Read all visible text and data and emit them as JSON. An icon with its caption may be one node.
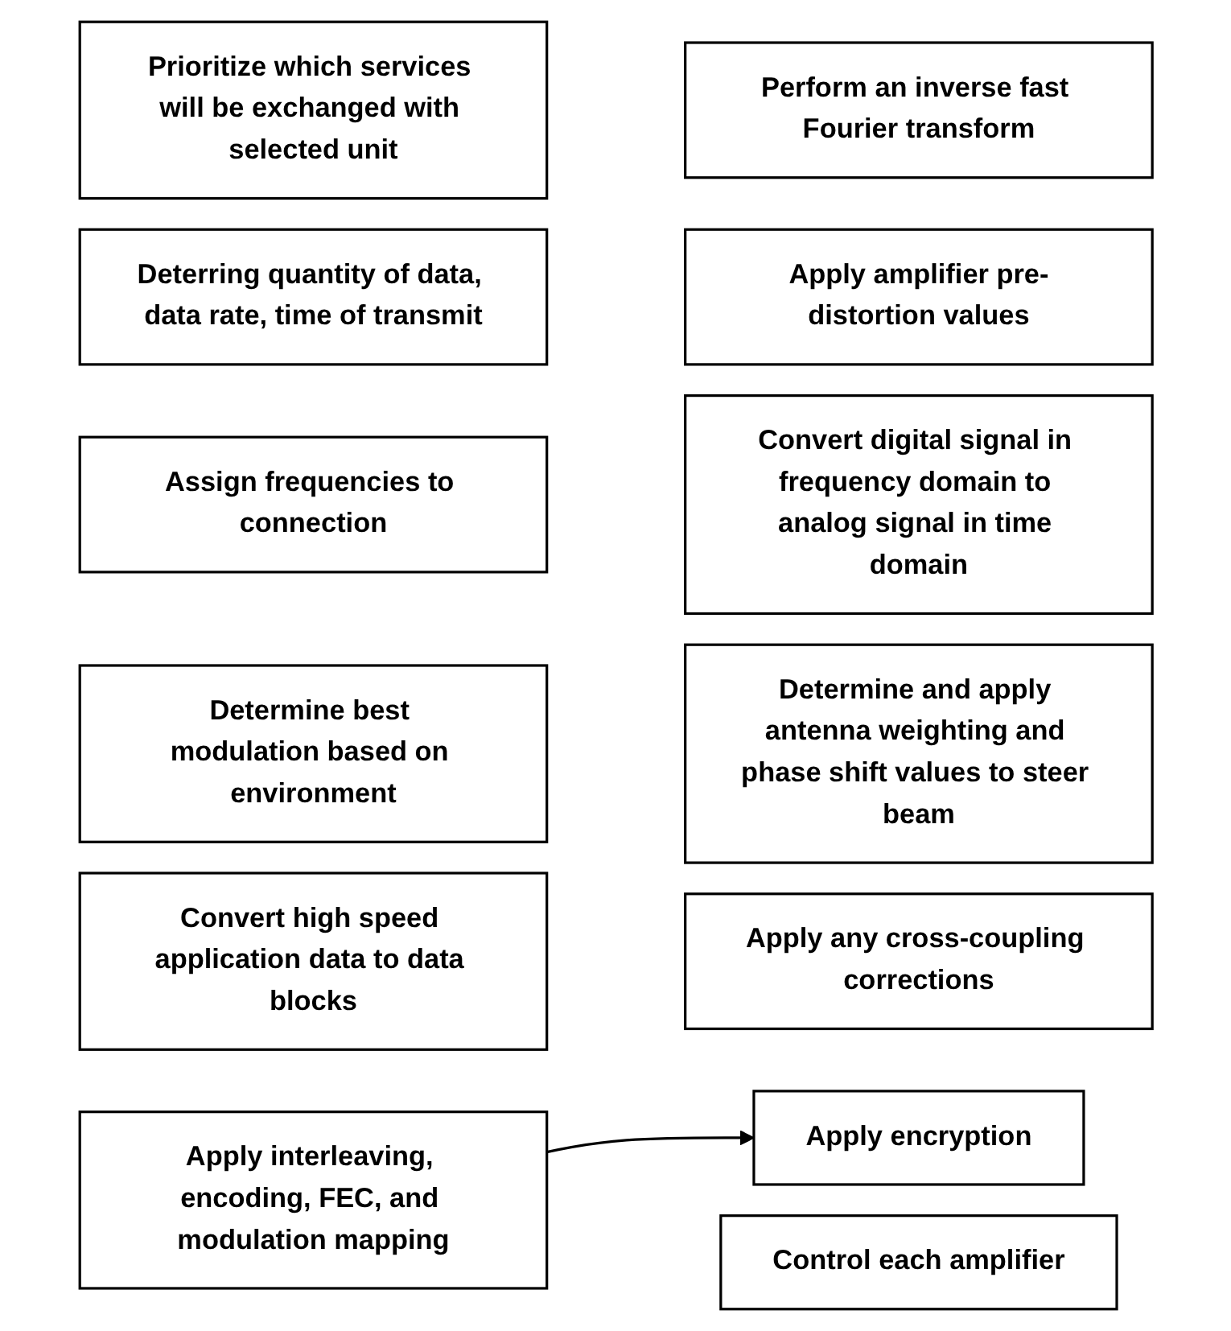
{
  "diagram": {
    "nodes": [
      {
        "text": [
          "Prioritize which services will be exchanged with selected unit"
        ]
      },
      {
        "text": [
          "Deterring quantity of data, data rate, time of transmit"
        ]
      },
      {
        "text": [
          "Assign frequencies to connection"
        ]
      },
      {
        "text": [
          "Determine best modulation based on environment"
        ]
      },
      {
        "text": [
          "Convert high speed application data to data blocks"
        ]
      },
      {
        "text": [
          "Apply interleaving, encoding, FEC, and modulation mapping"
        ]
      },
      {
        "text": [
          "Apply encryption"
        ]
      },
      {
        "text": [
          "Perform an inverse fast Fourier transform"
        ]
      },
      {
        "text": [
          "Apply amplifier pre-distortion values"
        ]
      },
      {
        "text": [
          "Convert digital signal in frequency domain to analog signal in time domain"
        ]
      },
      {
        "text": [
          "Determine and apply antenna weighting and phase shift values to steer beam"
        ]
      },
      {
        "text": [
          "Apply any cross-coupling corrections"
        ]
      },
      {
        "text": [
          "Control each amplifier"
        ]
      }
    ],
    "edges": [
      {
        "from": 5,
        "to": 6,
        "arrow": "to"
      }
    ]
  }
}
